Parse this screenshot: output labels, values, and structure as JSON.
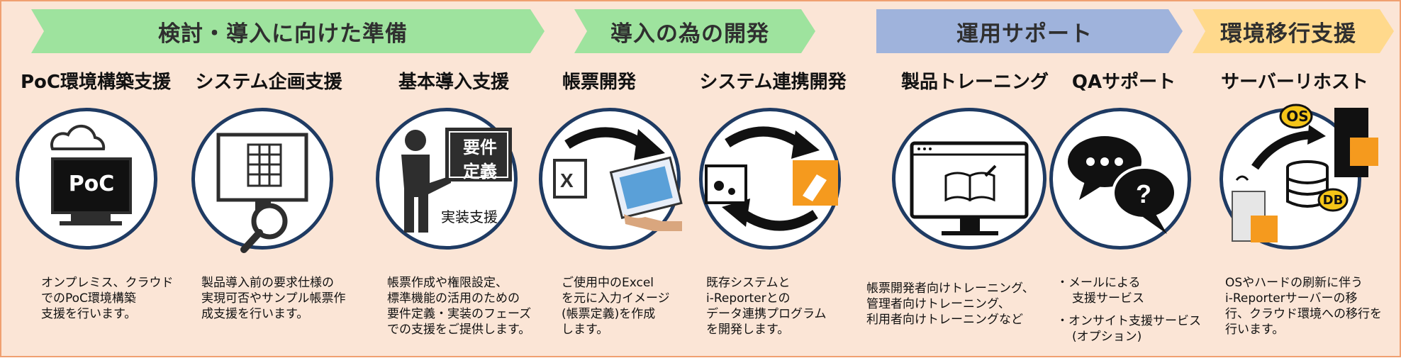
{
  "phases": [
    {
      "label": "検討・導入に向けた準備",
      "color": "#9ee39e"
    },
    {
      "label": "導入の為の開発",
      "color": "#9ee39e"
    },
    {
      "label": "運用サポート",
      "color": "#9fb3dc"
    },
    {
      "label": "環境移行支援",
      "color": "#ffd98c"
    }
  ],
  "services": [
    {
      "title": "PoC環境構築支援",
      "icon_text": "PoC",
      "desc": [
        "オンプレミス、クラウド",
        "でのPoC環境構築",
        "支援を行います。"
      ]
    },
    {
      "title": "システム企画支援",
      "desc": [
        "製品導入前の要求仕様の",
        "実現可否やサンプル帳票作",
        "成支援を行います。"
      ]
    },
    {
      "title": "基本導入支援",
      "icon_text1": "要件",
      "icon_text2": "定義",
      "icon_caption": "実装支援",
      "desc": [
        "帳票作成や権限設定、",
        "標準機能の活用のための",
        "要件定義・実装のフェーズ",
        "での支援をご提供します。"
      ]
    },
    {
      "title": "帳票開発",
      "desc": [
        "ご使用中のExcel",
        "を元に入力イメージ",
        "(帳票定義)を作成",
        "します。"
      ]
    },
    {
      "title": "システム連携開発",
      "desc": [
        "既存システムと",
        "i-Reporterとの",
        "データ連携プログラム",
        "を開発します。"
      ]
    },
    {
      "title": "製品トレーニング",
      "desc": [
        "帳票開発者向けトレーニング、",
        "管理者向けトレーニング、",
        "利用者向けトレーニングなど"
      ]
    },
    {
      "title": "QAサポート",
      "desc": [
        "メールによる",
        "支援サービス",
        "オンサイト支援サービス",
        "(オプション)"
      ]
    },
    {
      "title": "サーバーリホスト",
      "icon_os": "OS",
      "icon_db": "DB",
      "desc": [
        "OSやハードの刷新に伴う",
        "i-Reporterサーバーの移",
        "行、クラウド環境への移行を",
        "行います。"
      ]
    }
  ],
  "colors": {
    "accent_orange": "#f59a1e",
    "navy": "#1f3b63",
    "dark_icon": "#2e2e2e"
  }
}
